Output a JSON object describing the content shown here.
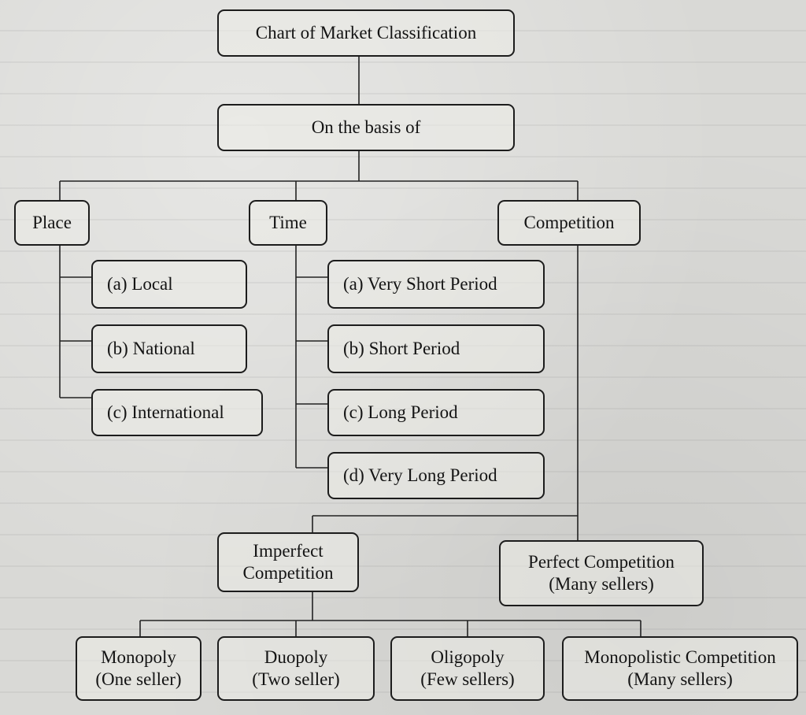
{
  "root": {
    "label": "Chart of Market Classification"
  },
  "basis": {
    "label": "On the basis of"
  },
  "categories": {
    "place": {
      "label": "Place",
      "items": [
        "(a) Local",
        "(b) National",
        "(c) International"
      ]
    },
    "time": {
      "label": "Time",
      "items": [
        "(a) Very Short Period",
        "(b) Short Period",
        "(c) Long Period",
        "(d) Very Long Period"
      ]
    },
    "competition": {
      "label": "Competition"
    }
  },
  "imperfect": {
    "line1": "Imperfect",
    "line2": "Competition"
  },
  "perfect": {
    "line1": "Perfect Competition",
    "line2": "(Many sellers)"
  },
  "imperfect_types": [
    {
      "line1": "Monopoly",
      "line2": "(One seller)"
    },
    {
      "line1": "Duopoly",
      "line2": "(Two seller)"
    },
    {
      "line1": "Oligopoly",
      "line2": "(Few sellers)"
    },
    {
      "line1": "Monopolistic Competition",
      "line2": "(Many sellers)"
    }
  ]
}
